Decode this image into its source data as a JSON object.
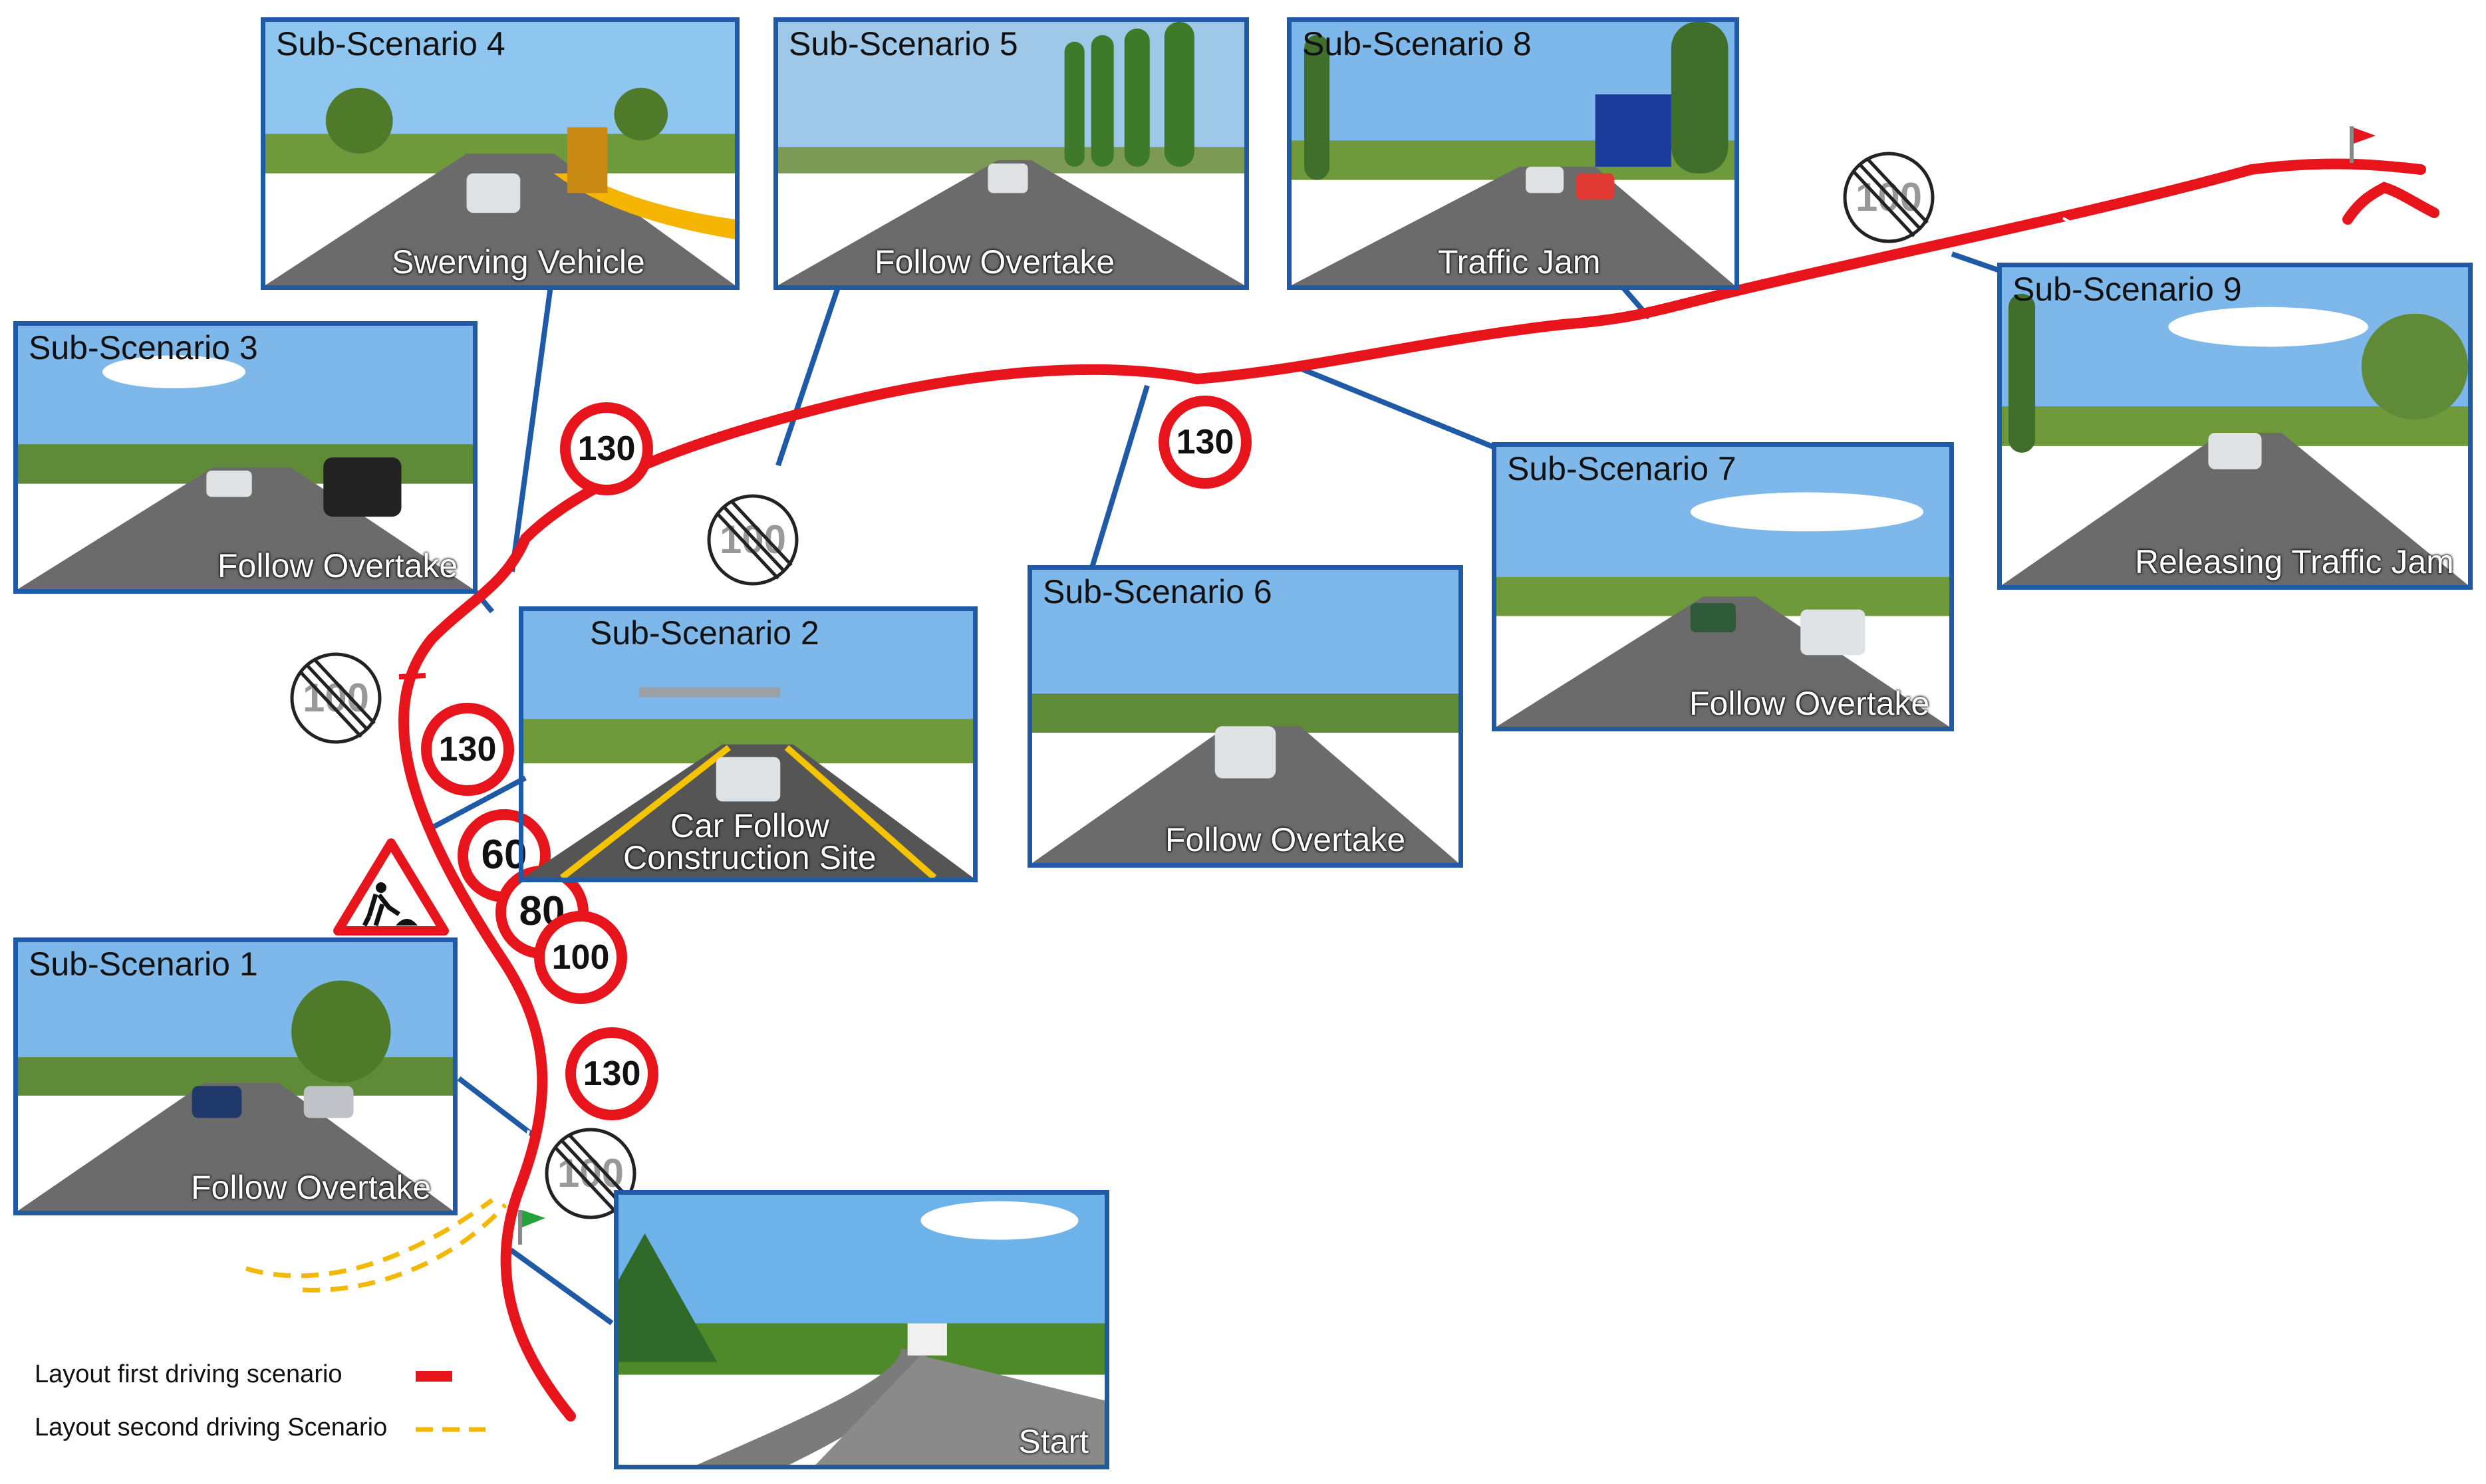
{
  "panels": {
    "p4": {
      "title": "Sub-Scenario 4",
      "caption": "Swerving Vehicle"
    },
    "p5": {
      "title": "Sub-Scenario 5",
      "caption": "Follow Overtake"
    },
    "p8": {
      "title": "Sub-Scenario 8",
      "caption": "Traffic Jam"
    },
    "p3": {
      "title": "Sub-Scenario 3",
      "caption": "Follow Overtake"
    },
    "p9": {
      "title": "Sub-Scenario 9",
      "caption": "Releasing Traffic Jam"
    },
    "p7": {
      "title": "Sub-Scenario 7",
      "caption": "Follow Overtake"
    },
    "p6": {
      "title": "Sub-Scenario 6",
      "caption": "Follow Overtake"
    },
    "p2": {
      "title": "Sub-Scenario 2",
      "caption_line1": "Car Follow",
      "caption_line2": "Construction Site"
    },
    "p1": {
      "title": "Sub-Scenario 1",
      "caption": "Follow Overtake"
    },
    "start": {
      "caption": "Start"
    }
  },
  "signs": {
    "limit_130": "130",
    "limit_100": "100",
    "limit_80": "80",
    "limit_60": "60",
    "end_limit": "100"
  },
  "legend": {
    "first": "Layout first driving scenario",
    "second": "Layout second driving Scenario"
  },
  "colors": {
    "route_first": "#e8141b",
    "route_second": "#f5b800",
    "connector": "#1f5aa6",
    "panel_border": "#1f5aa6"
  }
}
